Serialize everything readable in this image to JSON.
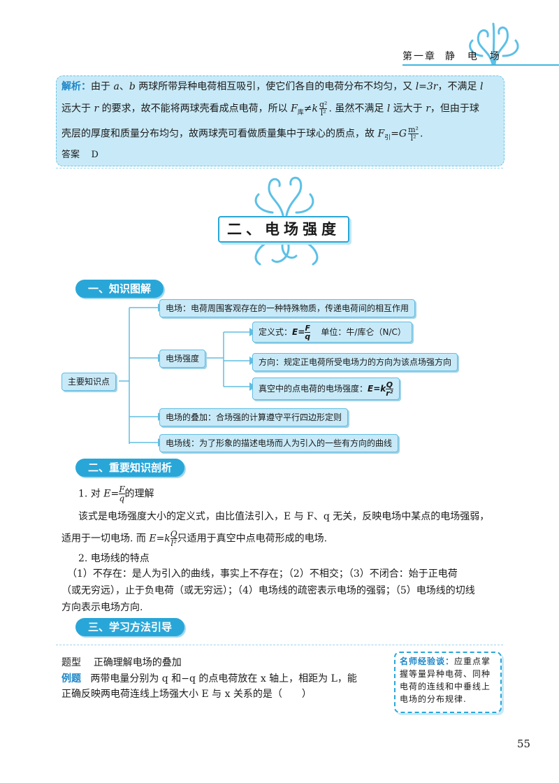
{
  "header": {
    "chapter": "第一章",
    "title": "静　电　场"
  },
  "solution": {
    "label": "解析：",
    "line1_a": "由于 ",
    "line1_var_a": "a",
    "line1_b": "、",
    "line1_var_b": "b",
    "line1_c": " 两球所带异种电荷相互吸引，使它们各自的电荷分布不均匀，又 ",
    "line1_eq": "l=3r",
    "line1_d": "，不满足 ",
    "line1_var_l": "l",
    "line2_a": "远大于 ",
    "line2_var_r": "r",
    "line2_b": " 的要求，故不能将两球壳看成点电荷，所以 ",
    "line2_f": "F",
    "line2_sub": "库",
    "line2_neq": "≠k",
    "line2_num": "q²",
    "line2_den": "l²",
    "line2_c": ". 虽然不满足 ",
    "line2_var_l": "l",
    "line2_d": " 远大于 ",
    "line2_var_r2": "r",
    "line2_e": "，但由于球",
    "line3_a": "壳层的厚度和质量分布均匀，故两球壳可看做质量集中于球心的质点，故 ",
    "line3_f": "F",
    "line3_sub": "引",
    "line3_eq": "=G",
    "line3_num": "m²",
    "line3_den": "l²",
    "line3_end": ".",
    "answer_label": "答案",
    "answer": "D"
  },
  "section_title": "二、电场强度",
  "knowledge_map": {
    "heading": "一、知识图解",
    "root": "主要知识点",
    "box1": "电场：电荷周围客观存在的一种特殊物质，传递电荷间的相互作用",
    "strength": "电场强度",
    "def_label": "定义式：",
    "def_lhs": "E=",
    "def_num": "F",
    "def_den": "q",
    "def_unit": "单位：牛/库仑（N/C）",
    "direction": "方向：规定正电荷所受电场力的方向为该点场强方向",
    "point_label": "真空中的点电荷的电场强度：",
    "point_lhs": "E=k",
    "point_num": "Q",
    "point_den": "r²",
    "superposition": "电场的叠加：合场强的计算遵守平行四边形定则",
    "field_lines": "电场线：为了形象的描述电场而人为引入的一些有方向的曲线"
  },
  "analysis": {
    "heading": "二、重要知识剖析",
    "item1_title_a": "1. 对 ",
    "item1_lhs": "E=",
    "item1_num": "F",
    "item1_den": "q",
    "item1_title_b": "的理解",
    "item1_p1": "该式是电场强度大小的定义式，由比值法引入，E 与 F、q 无关，反映电场中某点的电场强弱，",
    "item1_p2_a": "适用于一切电场. 而 ",
    "item1_p2_lhs": "E=k",
    "item1_p2_num": "Q",
    "item1_p2_den": "l²",
    "item1_p2_b": "只适用于真空中点电荷形成的电场.",
    "item2_title": "2. 电场线的特点",
    "item2_l1": "（1）不存在：是人为引入的曲线，事实上不存在；（2）不相交；（3）不闭合：始于正电荷",
    "item2_l2": "（或无穷远），止于负电荷（或无穷远）；（4）电场线的疏密表示电场的强弱；（5）电场线的切线",
    "item2_l3": "方向表示电场方向."
  },
  "method": {
    "heading": "三、学习方法引导",
    "type_label": "题型",
    "type_text": "正确理解电场的叠加",
    "example_label": "例题",
    "example_l1": "两带电量分别为 q 和−q 的点电荷放在 x 轴上，相距为 L，能",
    "example_l2": "正确反映两电荷连线上场强大小 E 与 x 关系的是（　　）"
  },
  "tip": {
    "label": "名师经验谈：",
    "text": "应重点掌握等量异种电荷、同种电荷的连线和中垂线上电场的分布规律."
  },
  "page_number": "55",
  "colors": {
    "accent": "#29a6d8",
    "box_fill": "#c8eaf8",
    "label_blue": "#1d86c7"
  }
}
